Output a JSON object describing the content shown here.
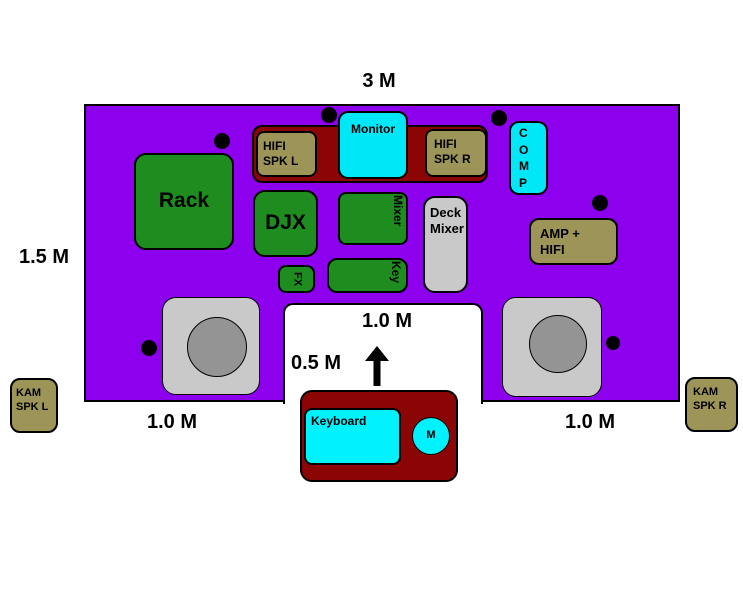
{
  "labels": {
    "top_width": "3 M",
    "left_depth": "1.5 M",
    "bottom_left_width": "1.0 M",
    "bottom_right_width": "1.0 M",
    "notch_width": "1.0 M",
    "notch_depth": "0.5 M"
  },
  "equipment": {
    "rack": "Rack",
    "djx": "DJX",
    "hifi_spk_l": "HIFI\nSPK L",
    "monitor": "Monitor",
    "hifi_spk_r": "HIFI\nSPK R",
    "comp": "C\nO\nM\nP",
    "mixer": "Mixer",
    "deck_mixer": "Deck\nMixer",
    "fx": "FX",
    "key": "Key",
    "amp_hifi": "AMP +\nHIFI",
    "keyboard": "Keyboard",
    "mic": "M",
    "kam_spk_l": "KAM\nSPK L",
    "kam_spk_r": "KAM\nSPK R"
  },
  "colors": {
    "room_purple": "#8C00EE",
    "equipment_green": "#1E8C1E",
    "speaker_khaki": "#9D9557",
    "unit_dark_red": "#8B0505",
    "device_cyan": "#00E8F8",
    "chair_gray": "#C9C9C9",
    "seat_gray": "#949494",
    "marker_black": "#000000"
  }
}
